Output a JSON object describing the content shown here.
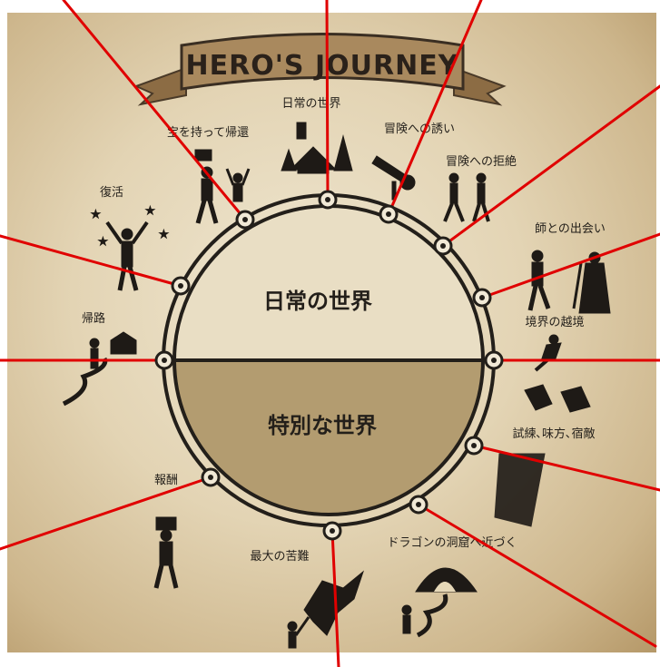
{
  "banner": {
    "title": "HERO'S JOURNEY"
  },
  "halves": {
    "ordinary": "日常の世界",
    "special": "特別な世界"
  },
  "stages": {
    "ordinary_world": "日常の世界",
    "call_to_adventure": "冒険への誘い",
    "refusal": "冒険への拒絶",
    "mentor": "師との出会い",
    "threshold": "境界の越境",
    "trials": "試練､味方､宿敵",
    "approach": "ドラゴンの洞窟へ近づく",
    "ordeal": "最大の苦難",
    "reward": "報酬",
    "road_back": "帰路",
    "resurrection": "復活",
    "return_elixir": "宝を持って帰還"
  },
  "colors": {
    "parchment": "#e6d8b8",
    "ring": "#231f1a",
    "lower_half": "#b39c70",
    "banner": "#a9895e",
    "pointer_lines": "#e00000",
    "silhouette": "#1e1a16"
  }
}
